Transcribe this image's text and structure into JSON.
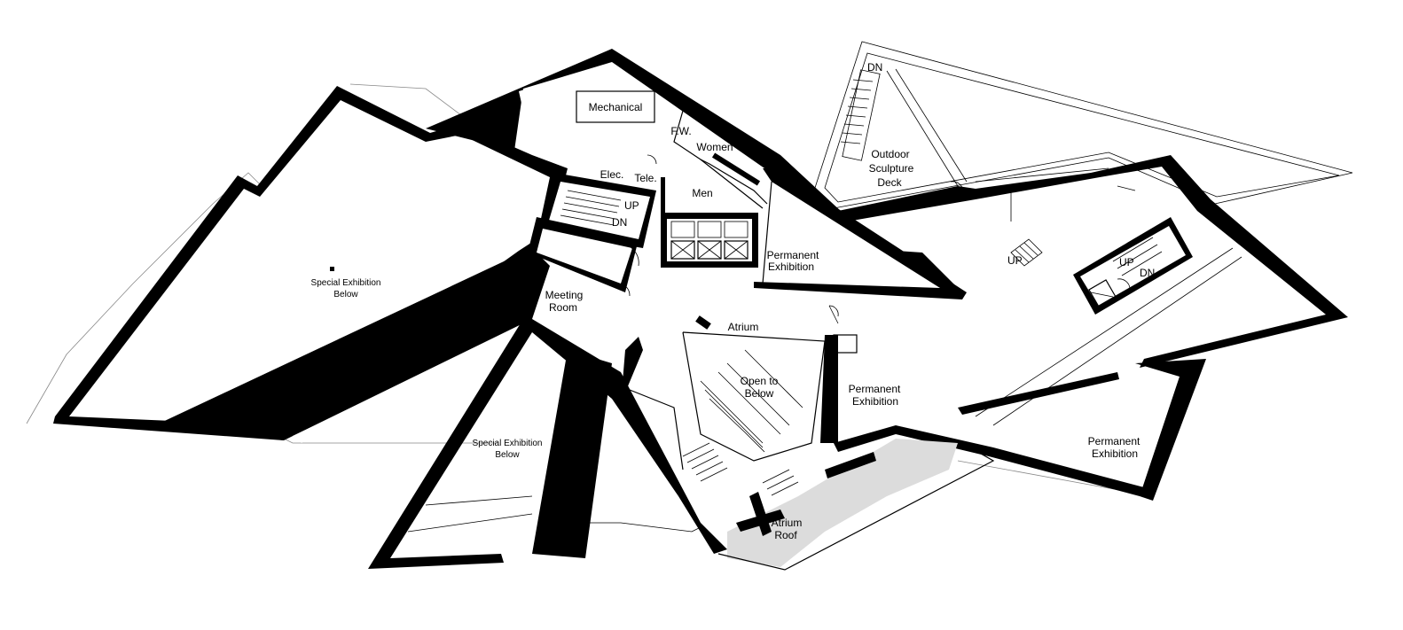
{
  "colors": {
    "wall": "#000000",
    "background": "#ffffff",
    "roof_hatch": "#dcdcdc"
  },
  "labels": {
    "mechanical": "Mechanical",
    "fw": "F.W.",
    "women": "Women",
    "elec": "Elec.",
    "tele": "Tele.",
    "men": "Men",
    "outdoor_1": "Outdoor",
    "outdoor_2": "Sculpture",
    "outdoor_3": "Deck",
    "special_left_1": "Special Exhibition",
    "special_left_2": "Below",
    "permanent_top_1": "Permanent",
    "permanent_top_2": "Exhibition",
    "meeting_1": "Meeting",
    "meeting_2": "Room",
    "atrium": "Atrium",
    "open_1": "Open to",
    "open_2": "Below",
    "permanent_mid_1": "Permanent",
    "permanent_mid_2": "Exhibition",
    "special_bottom_1": "Special Exhibition",
    "special_bottom_2": "Below",
    "permanent_right_1": "Permanent",
    "permanent_right_2": "Exhibition",
    "atrium_roof_1": "Atrium",
    "atrium_roof_2": "Roof"
  },
  "stair_marks": {
    "up": "UP",
    "dn": "DN"
  }
}
